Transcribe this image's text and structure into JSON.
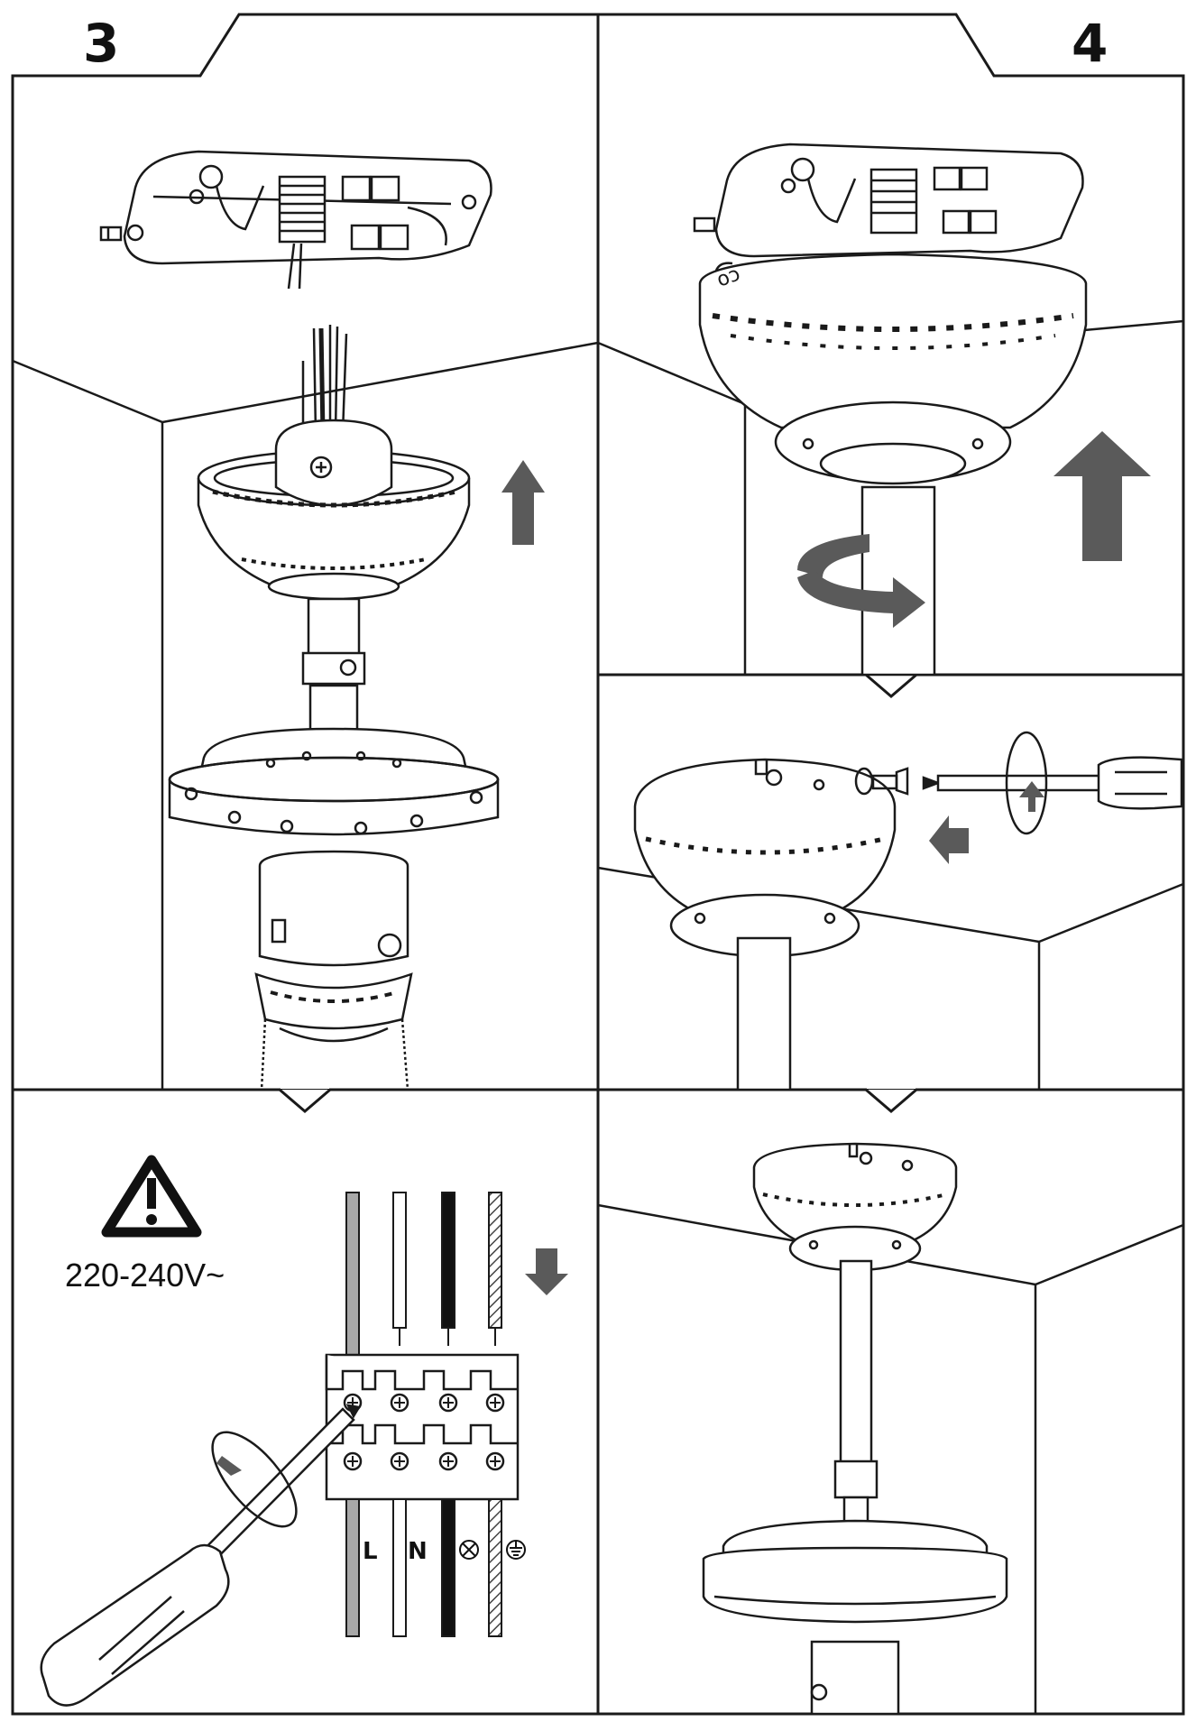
{
  "steps": {
    "left": "3",
    "right": "4"
  },
  "warning": {
    "voltage": "220-240V~",
    "icon": "warning-triangle-icon"
  },
  "terminals": {
    "live": "L",
    "neutral": "N",
    "light_symbol": "lamp-icon",
    "earth_symbol": "earth-ground-icon"
  },
  "colors": {
    "line": "#1a1a1a",
    "arrow": "#5a5a5a",
    "wire_grey": "#a8a8a8",
    "wire_black": "#111111"
  }
}
